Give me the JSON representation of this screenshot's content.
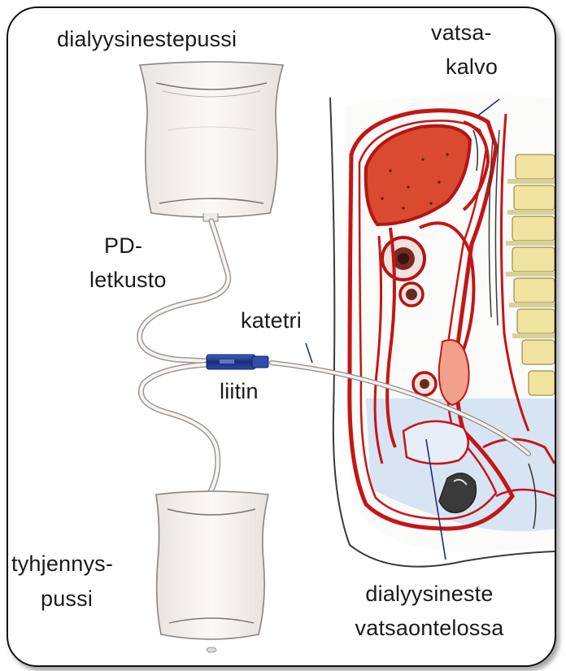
{
  "labels": {
    "dialysate_bag": "dialyysinestepussi",
    "peritoneum_line1": "vatsa-",
    "peritoneum_line2": "kalvo",
    "pd_line1": "PD-",
    "pd_line2": "letkusto",
    "catheter": "katetri",
    "connector": "liitin",
    "drain_line1": "tyhjennys-",
    "drain_line2": "pussi",
    "dialysate_in_cavity_line1": "dialyysineste",
    "dialysate_in_cavity_line2": "vatsaontelossa"
  },
  "colors": {
    "organ_red": "#d9442e",
    "organ_outline": "#c01818",
    "fluid_blue": "#c9daf0",
    "connector_blue": "#1f3f9a",
    "spine_yellow": "#f1e6a6",
    "bag_fill": "#f6f2ef"
  }
}
